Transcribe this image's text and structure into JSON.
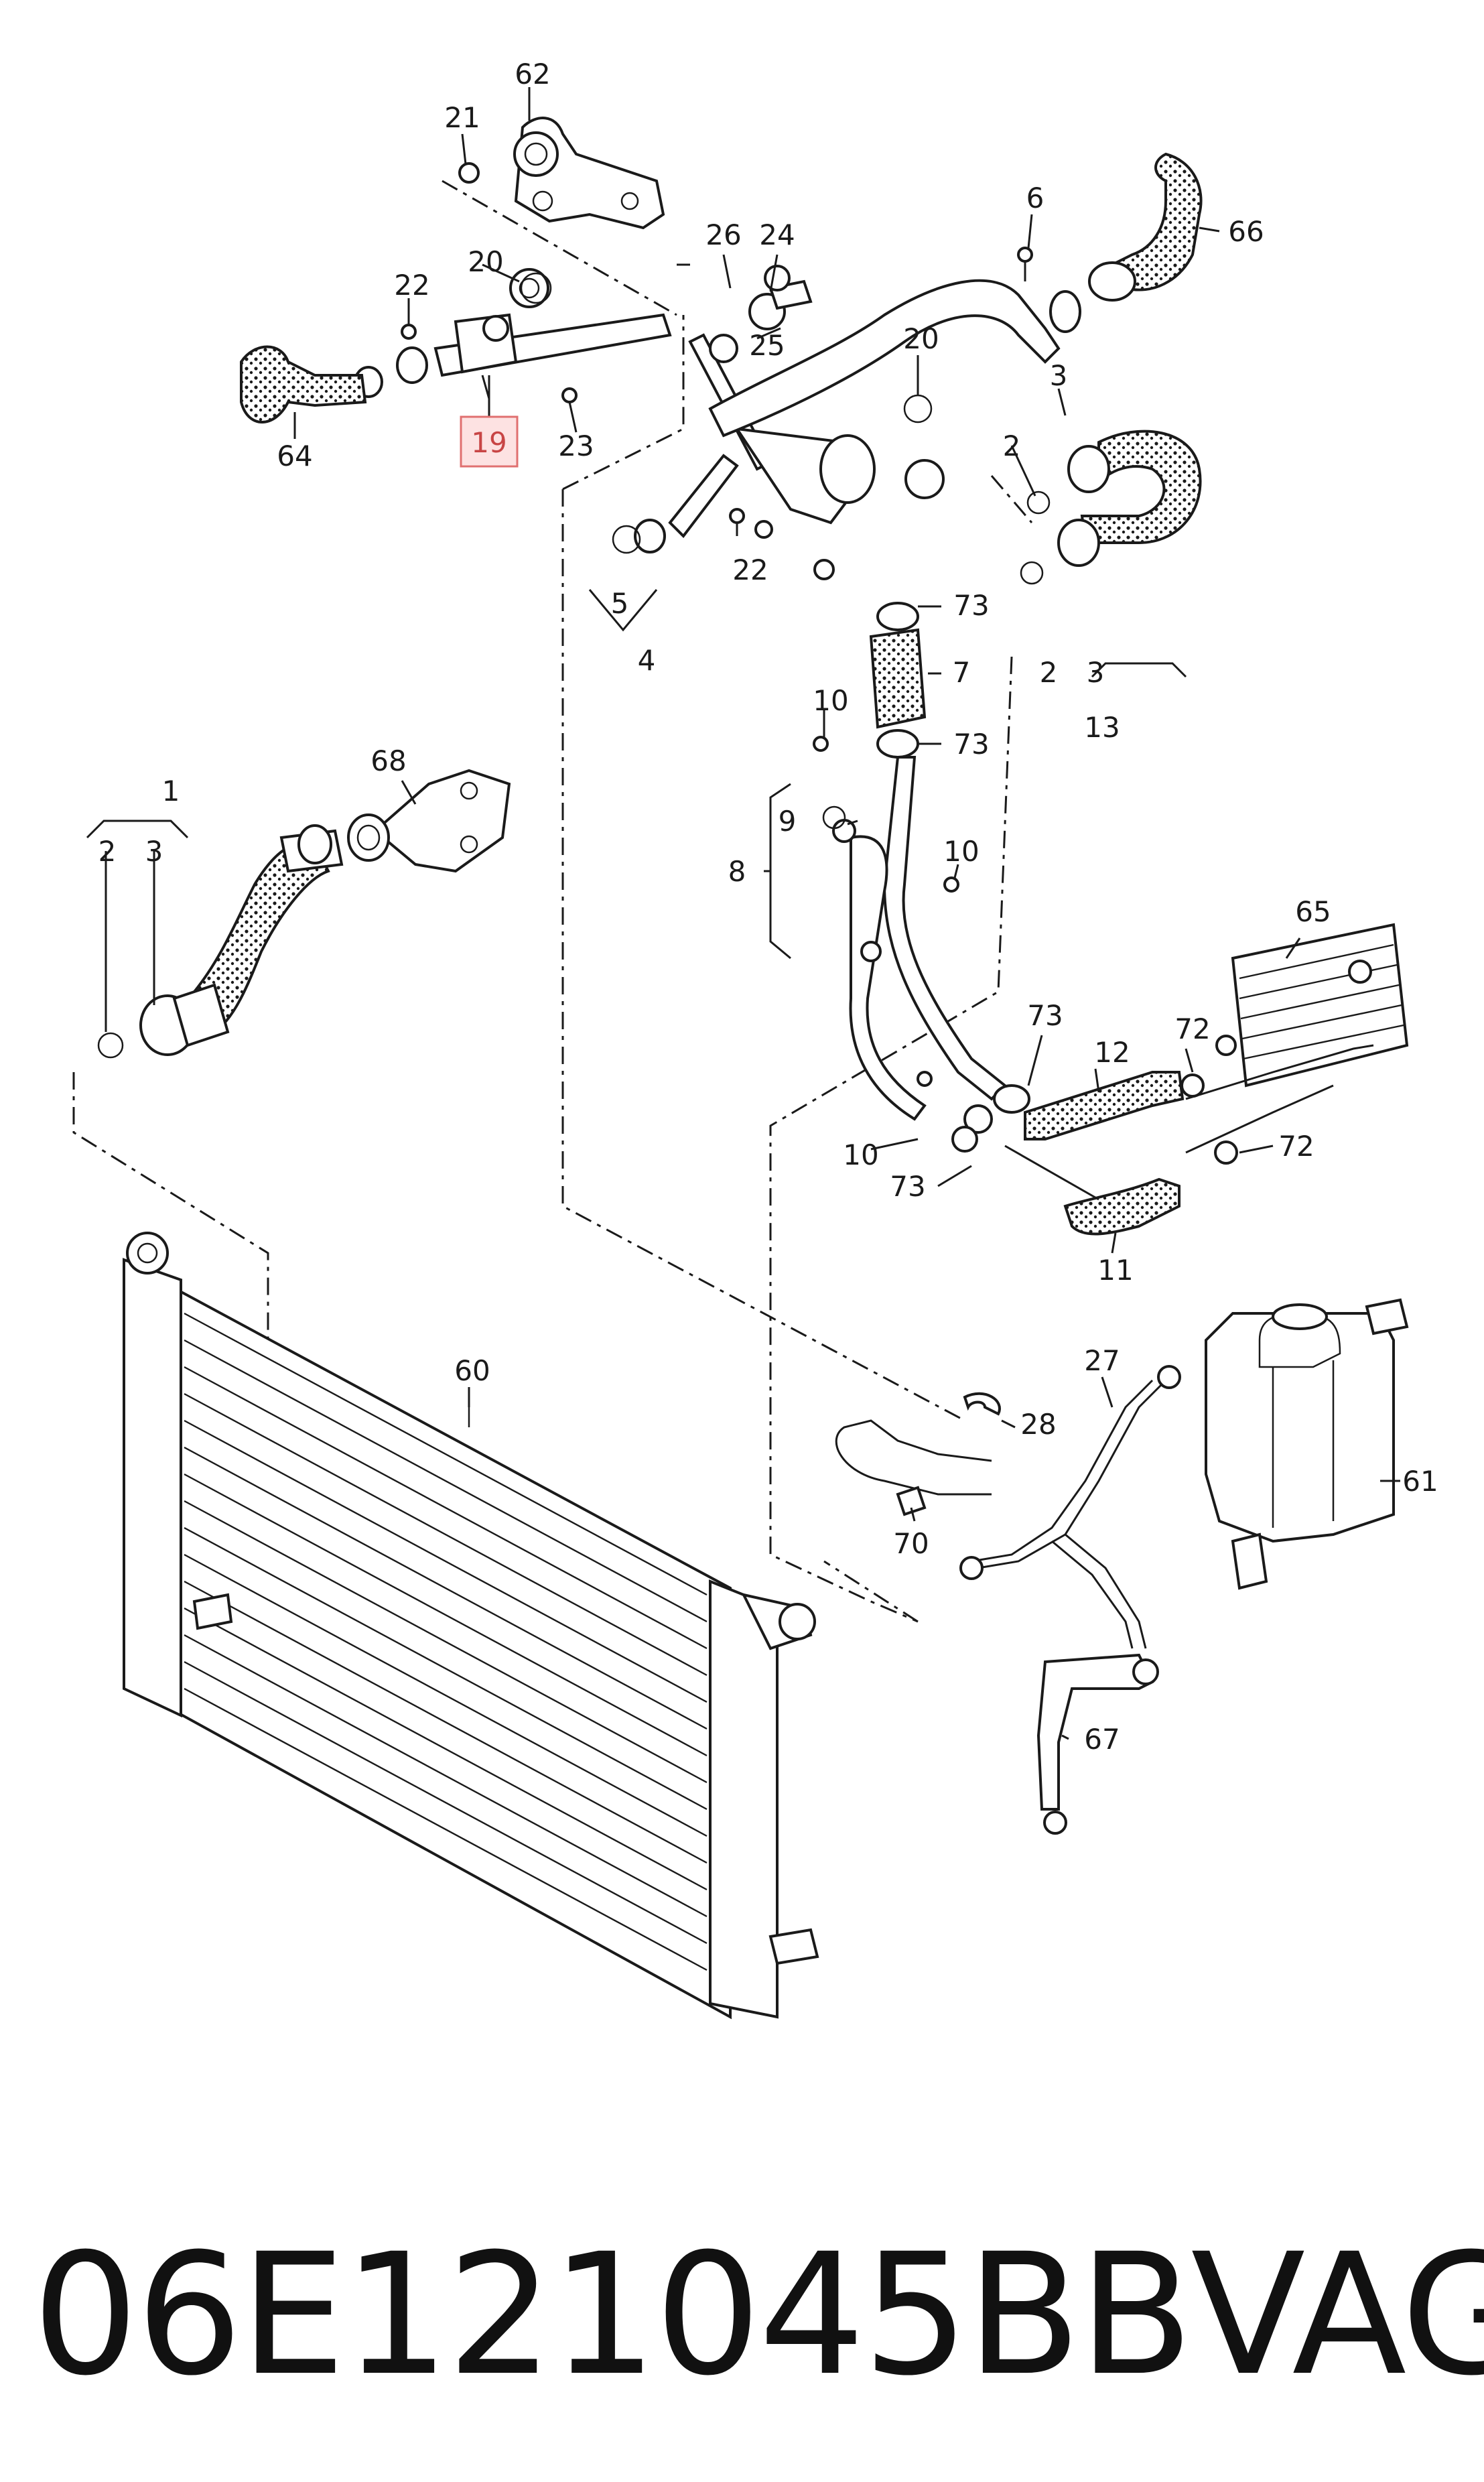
{
  "diagram": {
    "callouts": [
      {
        "id": "c62",
        "text": "62"
      },
      {
        "id": "c21",
        "text": "21"
      },
      {
        "id": "c6",
        "text": "6"
      },
      {
        "id": "c66",
        "text": "66"
      },
      {
        "id": "c26",
        "text": "26"
      },
      {
        "id": "c24",
        "text": "24"
      },
      {
        "id": "c20a",
        "text": "20"
      },
      {
        "id": "c22a",
        "text": "22"
      },
      {
        "id": "c25",
        "text": "25"
      },
      {
        "id": "c20b",
        "text": "20"
      },
      {
        "id": "c3a",
        "text": "3"
      },
      {
        "id": "c64",
        "text": "64"
      },
      {
        "id": "c23",
        "text": "23"
      },
      {
        "id": "c2a",
        "text": "2"
      },
      {
        "id": "c5",
        "text": "5"
      },
      {
        "id": "c22b",
        "text": "22"
      },
      {
        "id": "c73a",
        "text": "73"
      },
      {
        "id": "c4",
        "text": "4"
      },
      {
        "id": "c7",
        "text": "7"
      },
      {
        "id": "c2b",
        "text": "2"
      },
      {
        "id": "c3b",
        "text": "3"
      },
      {
        "id": "c13",
        "text": "13"
      },
      {
        "id": "c10a",
        "text": "10"
      },
      {
        "id": "c73b",
        "text": "73"
      },
      {
        "id": "c68",
        "text": "68"
      },
      {
        "id": "c1",
        "text": "1"
      },
      {
        "id": "c9",
        "text": "9"
      },
      {
        "id": "c10b",
        "text": "10"
      },
      {
        "id": "c2c",
        "text": "2"
      },
      {
        "id": "c3c",
        "text": "3"
      },
      {
        "id": "c8",
        "text": "8"
      },
      {
        "id": "c65",
        "text": "65"
      },
      {
        "id": "c73c",
        "text": "73"
      },
      {
        "id": "c12",
        "text": "12"
      },
      {
        "id": "c72a",
        "text": "72"
      },
      {
        "id": "c10c",
        "text": "10"
      },
      {
        "id": "c72b",
        "text": "72"
      },
      {
        "id": "c73d",
        "text": "73"
      },
      {
        "id": "c11",
        "text": "11"
      },
      {
        "id": "c60",
        "text": "60"
      },
      {
        "id": "c27",
        "text": "27"
      },
      {
        "id": "c28",
        "text": "28"
      },
      {
        "id": "c61",
        "text": "61"
      },
      {
        "id": "c70",
        "text": "70"
      },
      {
        "id": "c67",
        "text": "67"
      }
    ],
    "highlighted": {
      "text": "19"
    }
  },
  "caption": {
    "part_number": "06E121045BB",
    "brand": "VAG"
  },
  "colors": {
    "ink": "#1a1a1a",
    "highlight_fill": "#fde2e2",
    "highlight_stroke": "#e07070",
    "highlight_text": "#c84545"
  }
}
